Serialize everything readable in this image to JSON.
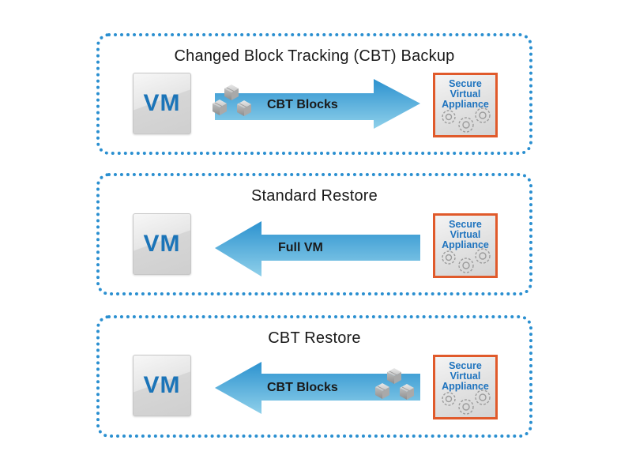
{
  "colors": {
    "panel_border": "#2a8fd0",
    "vm_text": "#1b74b8",
    "sva_border": "#e05a2b",
    "sva_text": "#1e73be",
    "arrow_dark": "#2c92cf",
    "arrow_light": "#8fd0ea"
  },
  "panels": [
    {
      "title": "Changed Block Tracking (CBT) Backup",
      "source_label": "VM",
      "target_label": [
        "Secure",
        "Virtual",
        "Appliance"
      ],
      "arrow_direction": "right",
      "arrow_label": "CBT Blocks",
      "has_blocks_icon": true
    },
    {
      "title": "Standard Restore",
      "source_label": "VM",
      "target_label": [
        "Secure",
        "Virtual",
        "Appliance"
      ],
      "arrow_direction": "left",
      "arrow_label": "Full VM",
      "has_blocks_icon": false
    },
    {
      "title": "CBT Restore",
      "source_label": "VM",
      "target_label": [
        "Secure",
        "Virtual",
        "Appliance"
      ],
      "arrow_direction": "left",
      "arrow_label": "CBT Blocks",
      "has_blocks_icon": true
    }
  ]
}
